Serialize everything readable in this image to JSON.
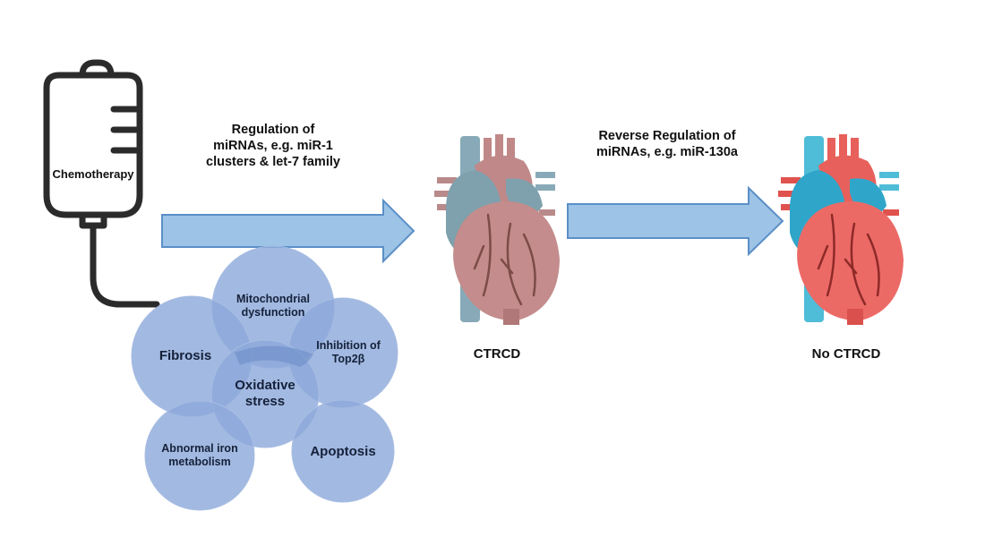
{
  "iv_bag": {
    "label": "Chemotherapy"
  },
  "step1": {
    "arrow_label": "Regulation of miRNAs, e.g. miR-1 clusters & let-7 family"
  },
  "step2": {
    "arrow_label": "Reverse Regulation of miRNAs, e.g. miR-130a"
  },
  "heart_damaged": {
    "label": "CTRCD",
    "colors": {
      "muscle": "#c89090",
      "vessel": "#88aab8"
    }
  },
  "heart_healthy": {
    "label": "No CTRCD",
    "colors": {
      "muscle": "#e86a66",
      "vessel": "#4fbcd8"
    }
  },
  "mechanisms": {
    "center": "Oxidative stress",
    "items": [
      "Mitochondrial dysfunction",
      "Inhibition of Top2β",
      "Apoptosis",
      "Abnormal iron metabolism",
      "Fibrosis"
    ]
  },
  "colors": {
    "arrow_fill": "#9dc3e6",
    "arrow_stroke": "#5b8fc7",
    "circle_fill": "#8ea9db",
    "line": "#2b2b2b"
  }
}
